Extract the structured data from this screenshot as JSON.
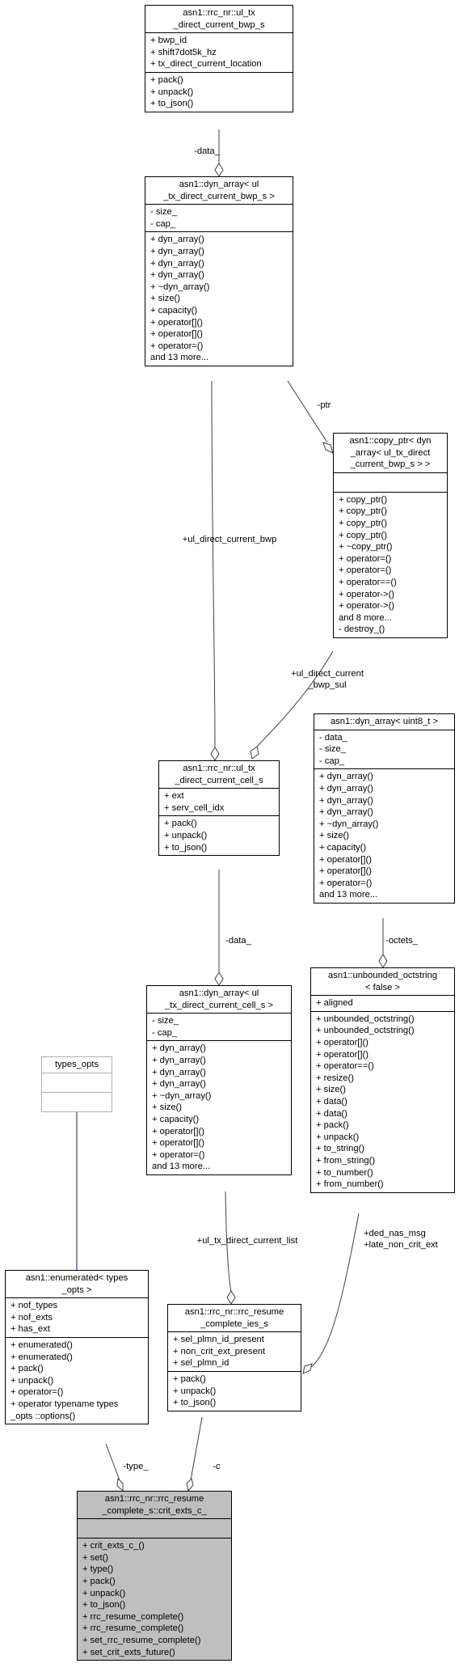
{
  "boxes": {
    "bwp_s": {
      "title": [
        "asn1::rrc_nr::ul_tx",
        "_direct_current_bwp_s"
      ],
      "attrs": [
        "+ bwp_id",
        "+ shift7dot5k_hz",
        "+ tx_direct_current_location"
      ],
      "ops": [
        "+ pack()",
        "+ unpack()",
        "+ to_json()"
      ]
    },
    "dyn_bwp": {
      "title": [
        "asn1::dyn_array< ul",
        "_tx_direct_current_bwp_s >"
      ],
      "attrs": [
        "- size_",
        "- cap_"
      ],
      "ops": [
        "+ dyn_array()",
        "+ dyn_array()",
        "+ dyn_array()",
        "+ dyn_array()",
        "+ ~dyn_array()",
        "+ size()",
        "+ capacity()",
        "+ operator[]()",
        "+ operator[]()",
        "+ operator=()",
        "and 13 more..."
      ]
    },
    "copy_ptr": {
      "title": [
        "asn1::copy_ptr< dyn",
        "_array< ul_tx_direct",
        "_current_bwp_s > >"
      ],
      "attrs": [],
      "ops": [
        "+ copy_ptr()",
        "+ copy_ptr()",
        "+ copy_ptr()",
        "+ copy_ptr()",
        "+ ~copy_ptr()",
        "+ operator=()",
        "+ operator=()",
        "+ operator==()",
        "+ operator->()",
        "+ operator->()",
        "and 8 more...",
        "- destroy_()"
      ]
    },
    "dyn_uint8": {
      "title": [
        "asn1::dyn_array< uint8_t >"
      ],
      "attrs": [
        "- data_",
        "- size_",
        "- cap_"
      ],
      "ops": [
        "+ dyn_array()",
        "+ dyn_array()",
        "+ dyn_array()",
        "+ dyn_array()",
        "+ ~dyn_array()",
        "+ size()",
        "+ capacity()",
        "+ operator[]()",
        "+ operator[]()",
        "+ operator=()",
        "and 13 more..."
      ]
    },
    "cell_s": {
      "title": [
        "asn1::rrc_nr::ul_tx",
        "_direct_current_cell_s"
      ],
      "attrs": [
        "+ ext",
        "+ serv_cell_idx"
      ],
      "ops": [
        "+ pack()",
        "+ unpack()",
        "+ to_json()"
      ]
    },
    "unbounded": {
      "title": [
        "asn1::unbounded_octstring",
        "< false >"
      ],
      "attrs": [
        "+ aligned"
      ],
      "ops": [
        "+ unbounded_octstring()",
        "+ unbounded_octstring()",
        "+ operator[]()",
        "+ operator[]()",
        "+ operator==()",
        "+ resize()",
        "+ size()",
        "+ data()",
        "+ data()",
        "+ pack()",
        "+ unpack()",
        "+ to_string()",
        "+ from_string()",
        "+ to_number()",
        "+ from_number()"
      ]
    },
    "types_opts": {
      "title": [
        "types_opts"
      ],
      "attrs": [],
      "ops": []
    },
    "dyn_cell": {
      "title": [
        "asn1::dyn_array< ul",
        "_tx_direct_current_cell_s >"
      ],
      "attrs": [
        "- size_",
        "- cap_"
      ],
      "ops": [
        "+ dyn_array()",
        "+ dyn_array()",
        "+ dyn_array()",
        "+ dyn_array()",
        "+ ~dyn_array()",
        "+ size()",
        "+ capacity()",
        "+ operator[]()",
        "+ operator[]()",
        "+ operator=()",
        "and 13 more..."
      ]
    },
    "enumerated": {
      "title": [
        "asn1::enumerated< types",
        "_opts >"
      ],
      "attrs": [
        "+ nof_types",
        "+ nof_exts",
        "+ has_ext"
      ],
      "ops": [
        "+ enumerated()",
        "+ enumerated()",
        "+ pack()",
        "+ unpack()",
        "+ operator=()",
        "+ operator typename types",
        "_opts ::options()"
      ]
    },
    "resume_ies": {
      "title": [
        "asn1::rrc_nr::rrc_resume",
        "_complete_ies_s"
      ],
      "attrs": [
        "+ sel_plmn_id_present",
        "+ non_crit_ext_present",
        "+ sel_plmn_id"
      ],
      "ops": [
        "+ pack()",
        "+ unpack()",
        "+ to_json()"
      ]
    },
    "crit_exts": {
      "title": [
        "asn1::rrc_nr::rrc_resume",
        "_complete_s::crit_exts_c_"
      ],
      "attrs": [],
      "ops": [
        "+ crit_exts_c_()",
        "+ set()",
        "+ type()",
        "+ pack()",
        "+ unpack()",
        "+ to_json()",
        "+ rrc_resume_complete()",
        "+ rrc_resume_complete()",
        "+ set_rrc_resume_complete()",
        "+ set_crit_exts_future()"
      ]
    }
  },
  "edge_labels": {
    "data1": "-data_",
    "ptr": "-ptr",
    "ul_direct_current_bwp": "+ul_direct_current_bwp",
    "bwp_sul": [
      "+ul_direct_current",
      "_bwp_sul"
    ],
    "octets": "-octets_",
    "data2": "-data_",
    "ded_nas": [
      "+ded_nas_msg",
      "+late_non_crit_ext"
    ],
    "cell_list": "+ul_tx_direct_current_list",
    "type": "-type_",
    "c": "-c"
  }
}
